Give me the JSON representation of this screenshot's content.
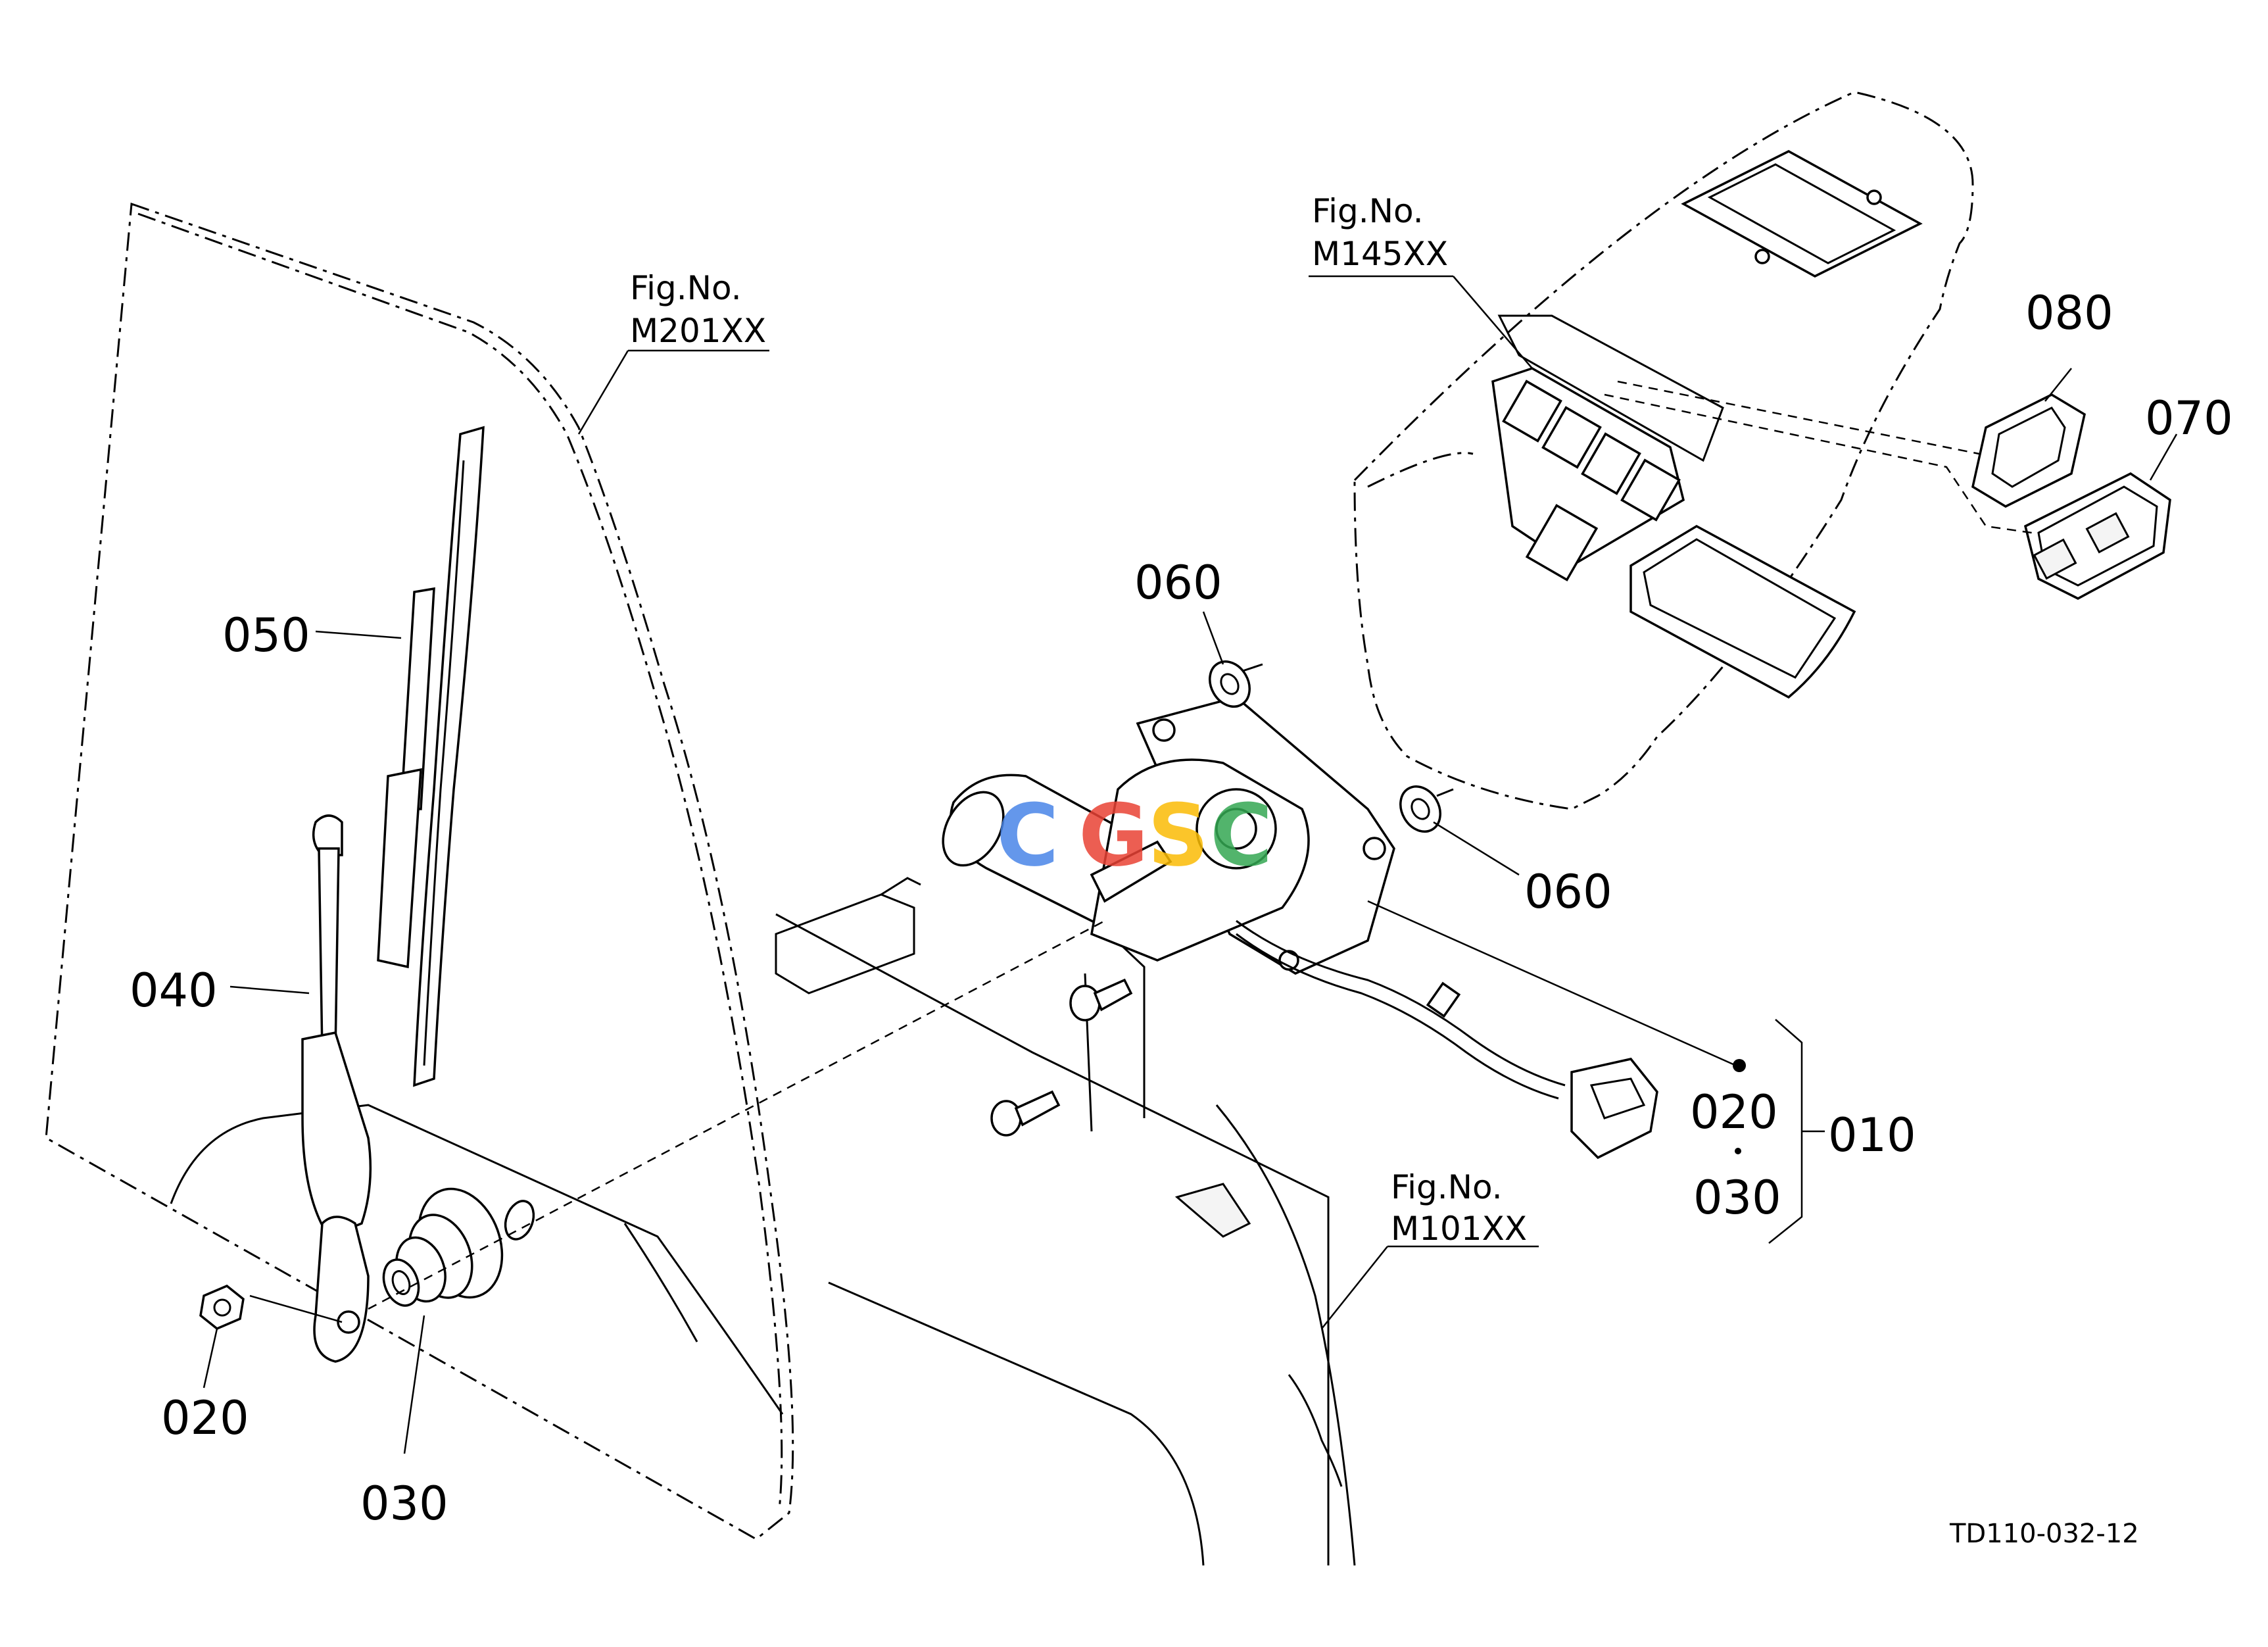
{
  "figure_code": "TD110-032-12",
  "parts": {
    "p010": "010",
    "p020_nut": "020",
    "p030_boot": "030",
    "p040": "040",
    "p050": "050",
    "p060_top": "060",
    "p060_right": "060",
    "p070": "070",
    "p080": "080",
    "p020_kit": "020",
    "p030_kit": "030"
  },
  "references": [
    {
      "fig_label": "Fig.No.",
      "fig_code": "M201XX"
    },
    {
      "fig_label": "Fig.No.",
      "fig_code": "M145XX"
    },
    {
      "fig_label": "Fig.No.",
      "fig_code": "M101XX"
    }
  ],
  "watermark": {
    "colors": [
      "#4a86e8",
      "#e94235",
      "#fbbc05",
      "#34a853"
    ]
  }
}
